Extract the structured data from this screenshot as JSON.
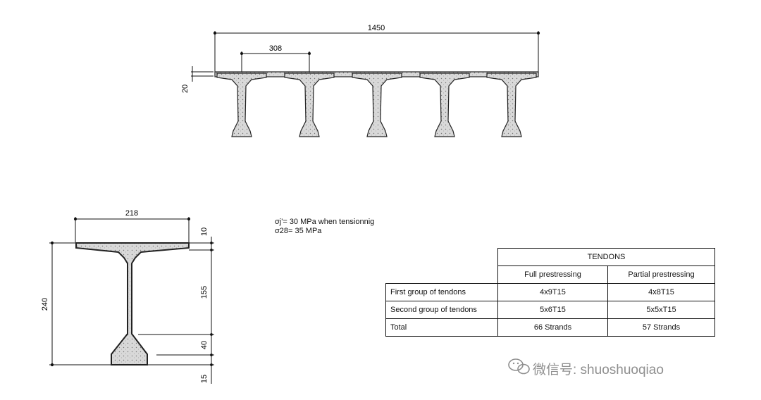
{
  "top_section": {
    "dims": {
      "overall_width": "1450",
      "beam_spacing": "308",
      "slab_thickness": "20"
    }
  },
  "beam_section": {
    "dims": {
      "flange_width": "218",
      "total_height": "240",
      "flange_thickness": "10",
      "web_height": "155",
      "bulb_taper": "40",
      "bulb_bottom": "15"
    }
  },
  "notes": {
    "line1": "σj'= 30 MPa when tensionnig",
    "line2": "σ28= 35 MPa"
  },
  "tendons_table": {
    "header": "TENDONS",
    "columns": [
      "Full prestressing",
      "Partial prestressing"
    ],
    "rows": [
      {
        "label": "First group of tendons",
        "values": [
          "4x9T15",
          "4x8T15"
        ]
      },
      {
        "label": "Second group of tendons",
        "values": [
          "5x6T15",
          "5x5xT15"
        ]
      },
      {
        "label": "Total",
        "values": [
          "66 Strands",
          "57 Strands"
        ]
      }
    ]
  },
  "watermark": {
    "text": "微信号: shuoshuoqiao",
    "icon": "wechat-icon",
    "color": "#8f8f8f"
  }
}
